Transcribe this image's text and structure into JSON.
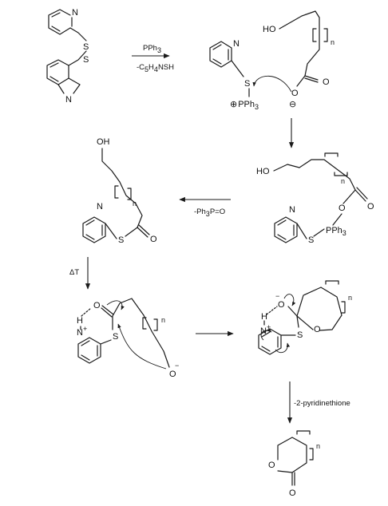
{
  "atoms": {
    "n": "N",
    "s": "S",
    "o": "O",
    "ho": "HO",
    "oh": "OH",
    "h": "H",
    "nplus": "N",
    "plus": "+",
    "minus": "−",
    "p_plus": "⊕",
    "o_minus": "⊖",
    "pph3": "PPh",
    "pph3_sub": "3",
    "rep": "n"
  },
  "conditions": {
    "step1_top": "PPh",
    "step1_top_sub": "3",
    "step1_bottom_pre": "-C",
    "step1_bottom_sub1": "5",
    "step1_bottom_mid": "H",
    "step1_bottom_sub2": "4",
    "step1_bottom_post": "NSH",
    "step3_pre": "-Ph",
    "step3_sub": "3",
    "step3_post": "P=O",
    "step4": "ΔT",
    "step6": "-2-pyridinethione"
  }
}
